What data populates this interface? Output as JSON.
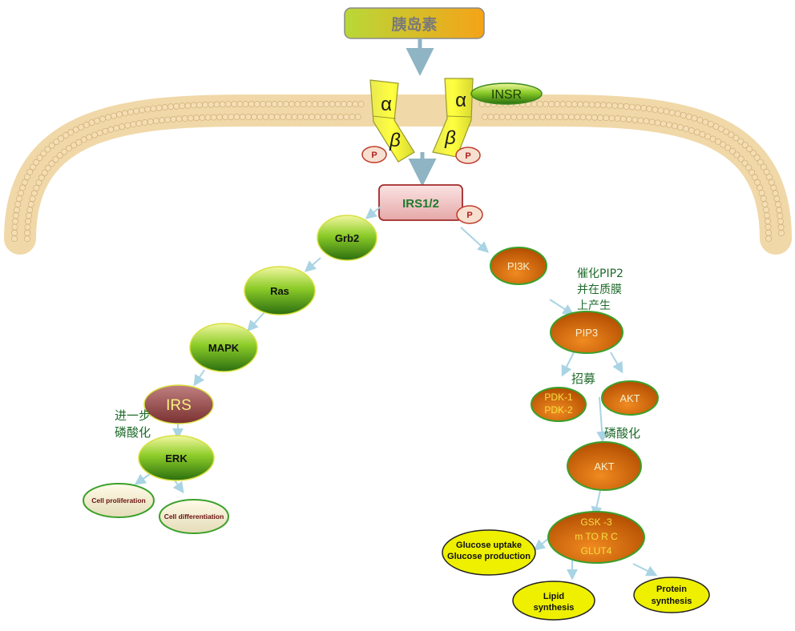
{
  "ligand": {
    "label": "胰岛素"
  },
  "receptor": {
    "name": "INSR",
    "alpha": "α",
    "beta": "β",
    "phospho": "P"
  },
  "irs12": {
    "label": "IRS1/2",
    "phospho": "P"
  },
  "mapk_path": {
    "grb2": "Grb2",
    "ras": "Ras",
    "mapk": "MAPK",
    "irs": "IRS",
    "note": [
      "进一步",
      "磷酸化"
    ],
    "erk": "ERK",
    "prolif": "Cell proliferation",
    "diff": "Cell differentiation"
  },
  "pi3k_path": {
    "pi3k": "PI3K",
    "note1": [
      "催化PIP2",
      "并在质膜",
      "上产生"
    ],
    "pip3": "PIP3",
    "note2": "招募",
    "pdk": [
      "PDK-1",
      "PDK-2"
    ],
    "akt_small": "AKT",
    "note3": "磷酸化",
    "akt": "AKT",
    "targets": [
      "GSK -3",
      "m TO R C",
      "GLUT4"
    ],
    "glucose": [
      "Glucose uptake",
      "Glucose production"
    ],
    "lipid": [
      "Lipid",
      "synthesis"
    ],
    "protein": [
      "Protein",
      "synthesis"
    ]
  },
  "colors": {
    "green_node_top": "#eef590",
    "green_node_bottom": "#2f7a12",
    "orange_node": "#d96a08",
    "yellow_node": "#eef000",
    "arrow": "#a9d4e4",
    "label_green": "#1e6b2a",
    "membrane_head": "#f5deb3"
  }
}
